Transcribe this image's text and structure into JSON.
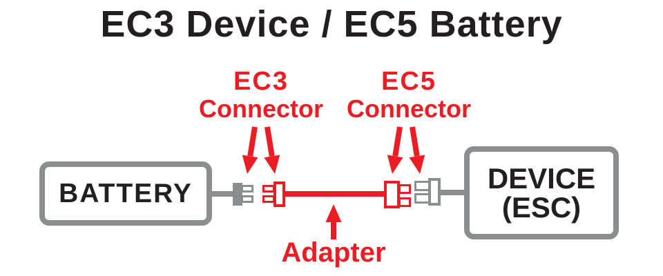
{
  "title": "EC3 Device / EC5 Battery",
  "colors": {
    "accent_red": "#EC1C24",
    "connector_gray": "#8B8D8F",
    "text_black": "#231F20"
  },
  "labels": {
    "ec3": {
      "name": "EC3",
      "sub": "Connector"
    },
    "ec5": {
      "name": "EC5",
      "sub": "Connector"
    },
    "adapter": "Adapter"
  },
  "battery": {
    "label": "BATTERY"
  },
  "device": {
    "line1": "DEVICE",
    "line2": "(ESC)"
  }
}
